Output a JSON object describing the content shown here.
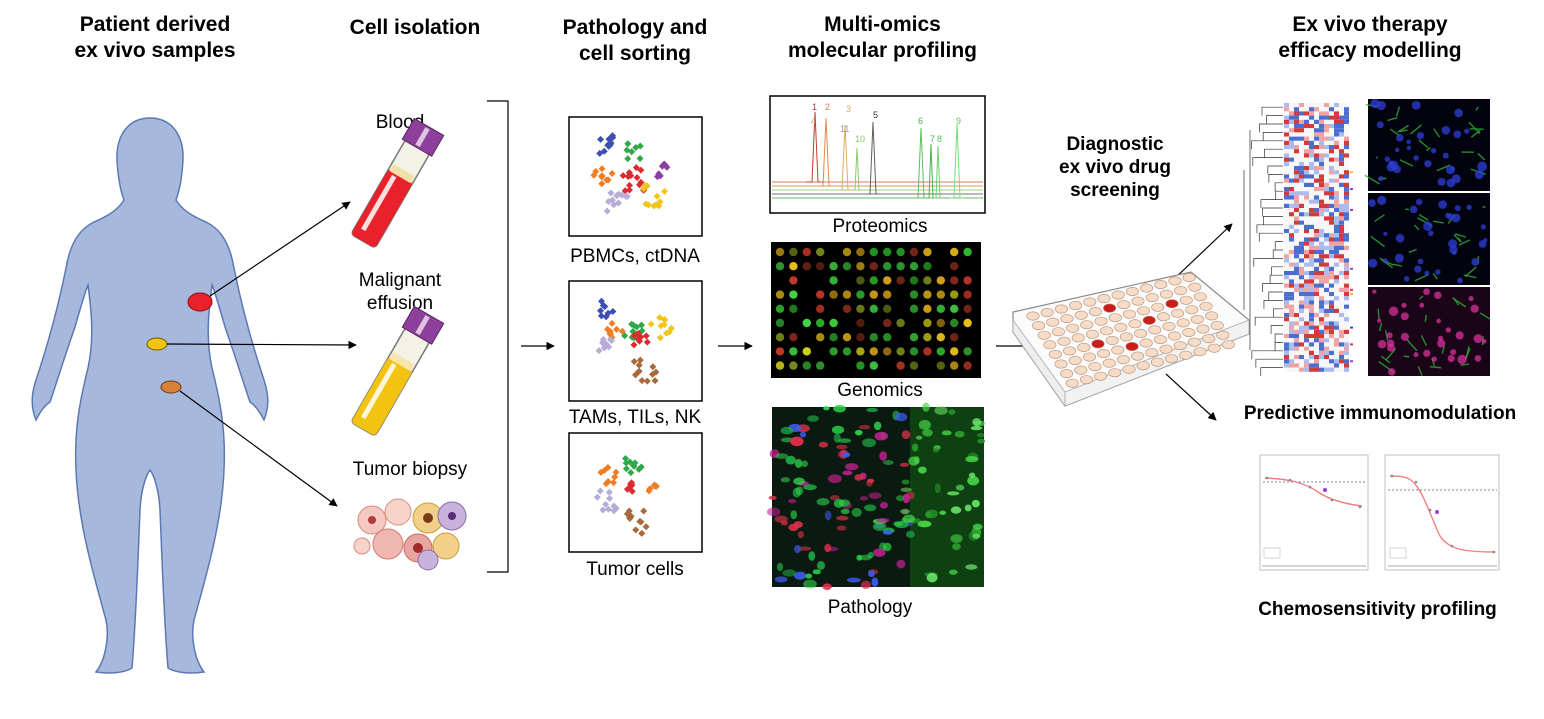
{
  "stages": [
    {
      "title": "Patient derived\nex vivo samples"
    },
    {
      "title": "Cell isolation"
    },
    {
      "title": "Pathology and\ncell sorting"
    },
    {
      "title": "Multi-omics\nmolecular  profiling"
    },
    {
      "title": "Ex vivo therapy\nefficacy modelling"
    }
  ],
  "samples": {
    "blood": "Blood",
    "effusion": "Malignant\neffusion",
    "biopsy": "Tumor biopsy"
  },
  "sorting": {
    "pbmc": "PBMCs, ctDNA",
    "tams": "TAMs, TILs, NK",
    "tumor": "Tumor cells"
  },
  "omics": {
    "proteomics": "Proteomics",
    "genomics": "Genomics",
    "pathology": "Pathology",
    "peak_labels": [
      "1",
      "2",
      "3",
      "4",
      "5",
      "6",
      "7",
      "8",
      "9",
      "10",
      "11"
    ]
  },
  "screening": {
    "title": "Diagnostic\nex vivo drug\nscreening"
  },
  "outcomes": {
    "immuno": "Predictive immunomodulation",
    "chemo": "Chemosensitivity profiling"
  },
  "colors": {
    "body": "#a6b9dc",
    "body_outline": "#5d78b4",
    "blood": "#e8212a",
    "effusion": "#f2c310",
    "biopsy_site": "#d9813b",
    "tube_cap": "#8e3f9c",
    "well": "#f6dcc7",
    "well_hit": "#cc1b1b",
    "cluster_blue": "#3d4fb3",
    "cluster_green": "#2fa84a",
    "cluster_purple": "#8a3fa0",
    "cluster_orange": "#ef7d22",
    "cluster_red": "#dd2b2f",
    "cluster_yellow": "#f1c51c",
    "cluster_lavender": "#b6acd6",
    "cluster_brown": "#a86a3d"
  }
}
